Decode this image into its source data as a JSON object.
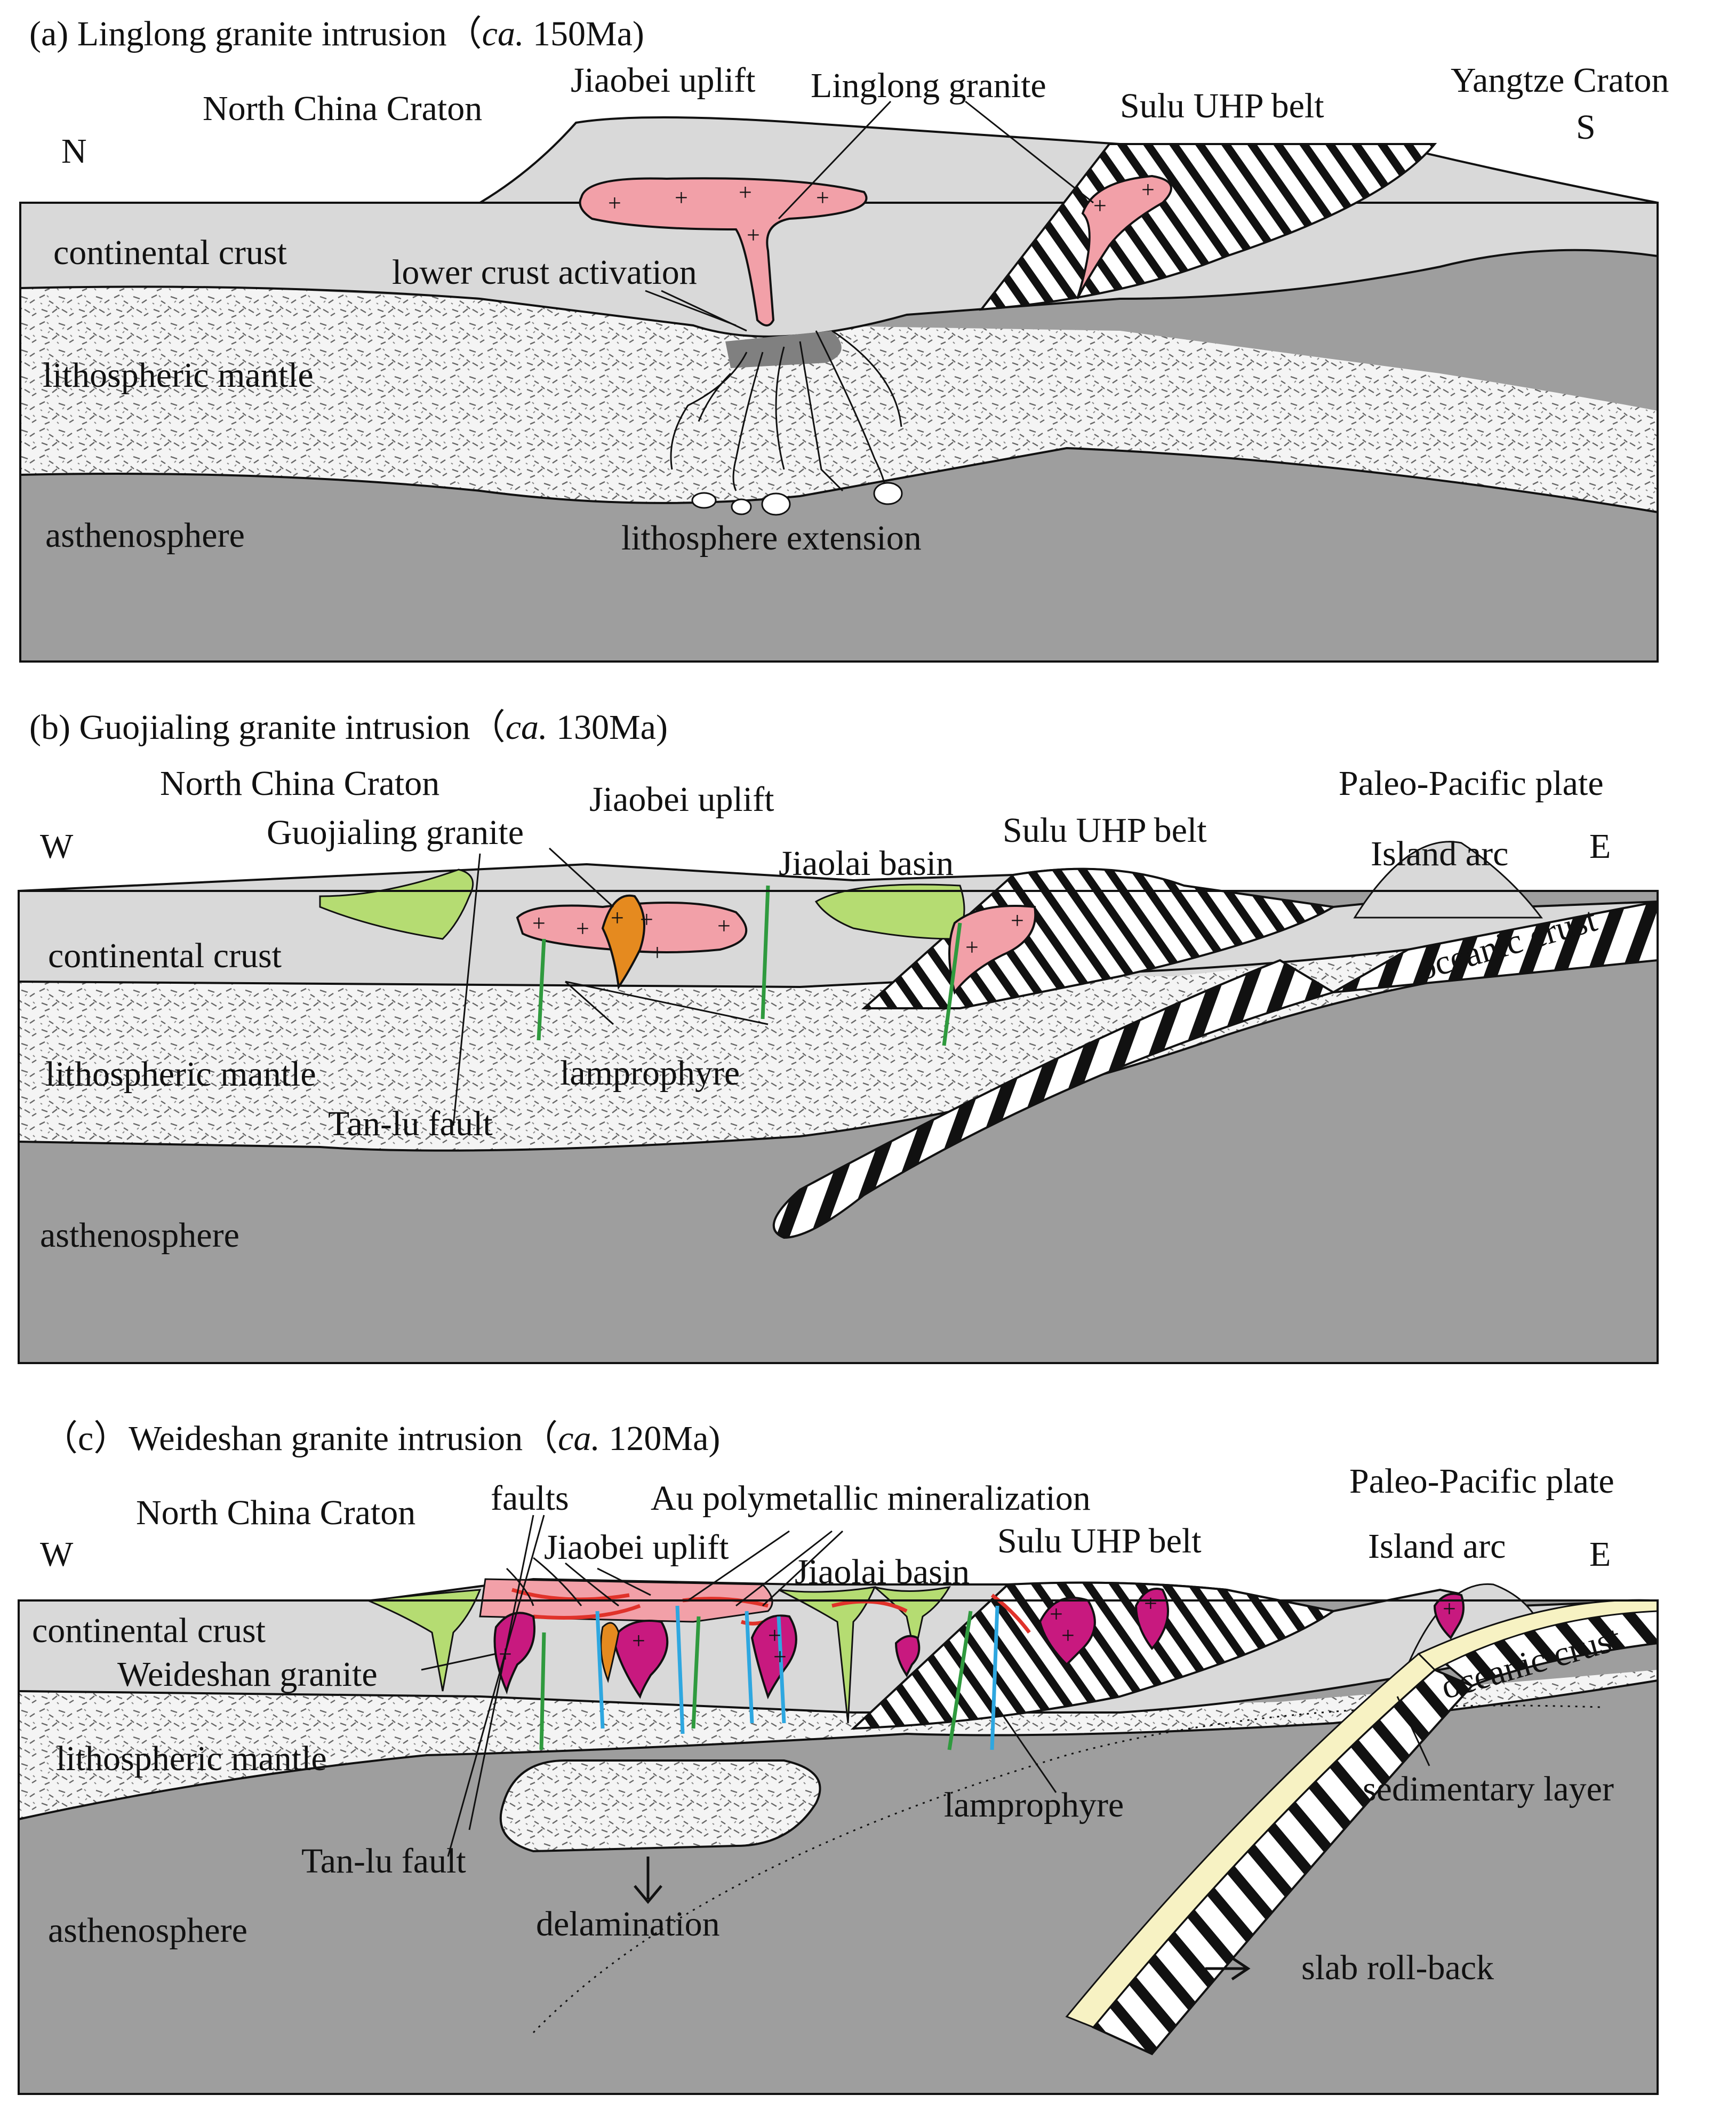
{
  "panels": [
    {
      "title_prefix": "(a) Linglong granite intrusion（",
      "title_ca": "ca.",
      "title_suffix": " 150Ma)",
      "dir_left": "N",
      "dir_right": "S",
      "labels": {
        "north_china_craton": "North China Craton",
        "jiaobei_uplift": "Jiaobei uplift",
        "linglong_granite": "Linglong granite",
        "sulu_uhp_belt": "Sulu UHP belt",
        "yangtze_craton": "Yangtze Craton",
        "continental_crust": "continental crust",
        "lower_crust_activation": "lower crust activation",
        "lithospheric_mantle": "lithospheric mantle",
        "asthenosphere": "asthenosphere",
        "lithosphere_extension": "lithosphere extension"
      }
    },
    {
      "title_prefix": "(b) Guojialing granite intrusion（",
      "title_ca": "ca.",
      "title_suffix": " 130Ma)",
      "dir_left": "W",
      "dir_right": "E",
      "labels": {
        "north_china_craton": "North China Craton",
        "guojialing_granite": "Guojialing granite",
        "jiaobei_uplift": "Jiaobei uplift",
        "jiaolai_basin": "Jiaolai basin",
        "sulu_uhp_belt": "Sulu UHP belt",
        "paleo_pacific_plate": "Paleo-Pacific plate",
        "island_arc": "Island arc",
        "continental_crust": "continental crust",
        "oceanic_crust": "oceanic crust",
        "lithospheric_mantle": "lithospheric mantle",
        "lamprophyre": "lamprophyre",
        "tan_lu_fault": "Tan-lu fault",
        "asthenosphere": "asthenosphere"
      }
    },
    {
      "title_prefix": "（c）Weideshan granite intrusion（",
      "title_ca": "ca.",
      "title_suffix": " 120Ma)",
      "dir_left": "W",
      "dir_right": "E",
      "labels": {
        "north_china_craton": "North China Craton",
        "faults": "faults",
        "au_mineralization": "Au polymetallic mineralization",
        "jiaobei_uplift": "Jiaobei uplift",
        "jiaolai_basin": "Jiaolai basin",
        "sulu_uhp_belt": "Sulu UHP belt",
        "paleo_pacific_plate": "Paleo-Pacific plate",
        "island_arc": "Island arc",
        "continental_crust": "continental crust",
        "weideshan_granite": "Weideshan granite",
        "oceanic_crust": "oceanic crust",
        "lithospheric_mantle": "lithospheric mantle",
        "lamprophyre": "lamprophyre",
        "sedimentary_layer": "sedimentary layer",
        "tan_lu_fault": "Tan-lu fault",
        "delamination": "delamination",
        "asthenosphere": "asthenosphere",
        "slab_roll_back": "slab roll-back"
      }
    }
  ],
  "colors": {
    "crust": "#d9d9d9",
    "mantle": "#f2f2f2",
    "asthenosphere": "#9e9e9e",
    "pink_granite": "#f2a0a8",
    "magenta_granite": "#c8197f",
    "orange_granite": "#e58a1f",
    "basin_green": "#b5dc72",
    "lamprophyre_green": "#2f9a3e",
    "lamprophyre_blue": "#2ea7e0",
    "sediment_yellow": "#f7f2c3",
    "mineralization_red": "#e0322a"
  }
}
